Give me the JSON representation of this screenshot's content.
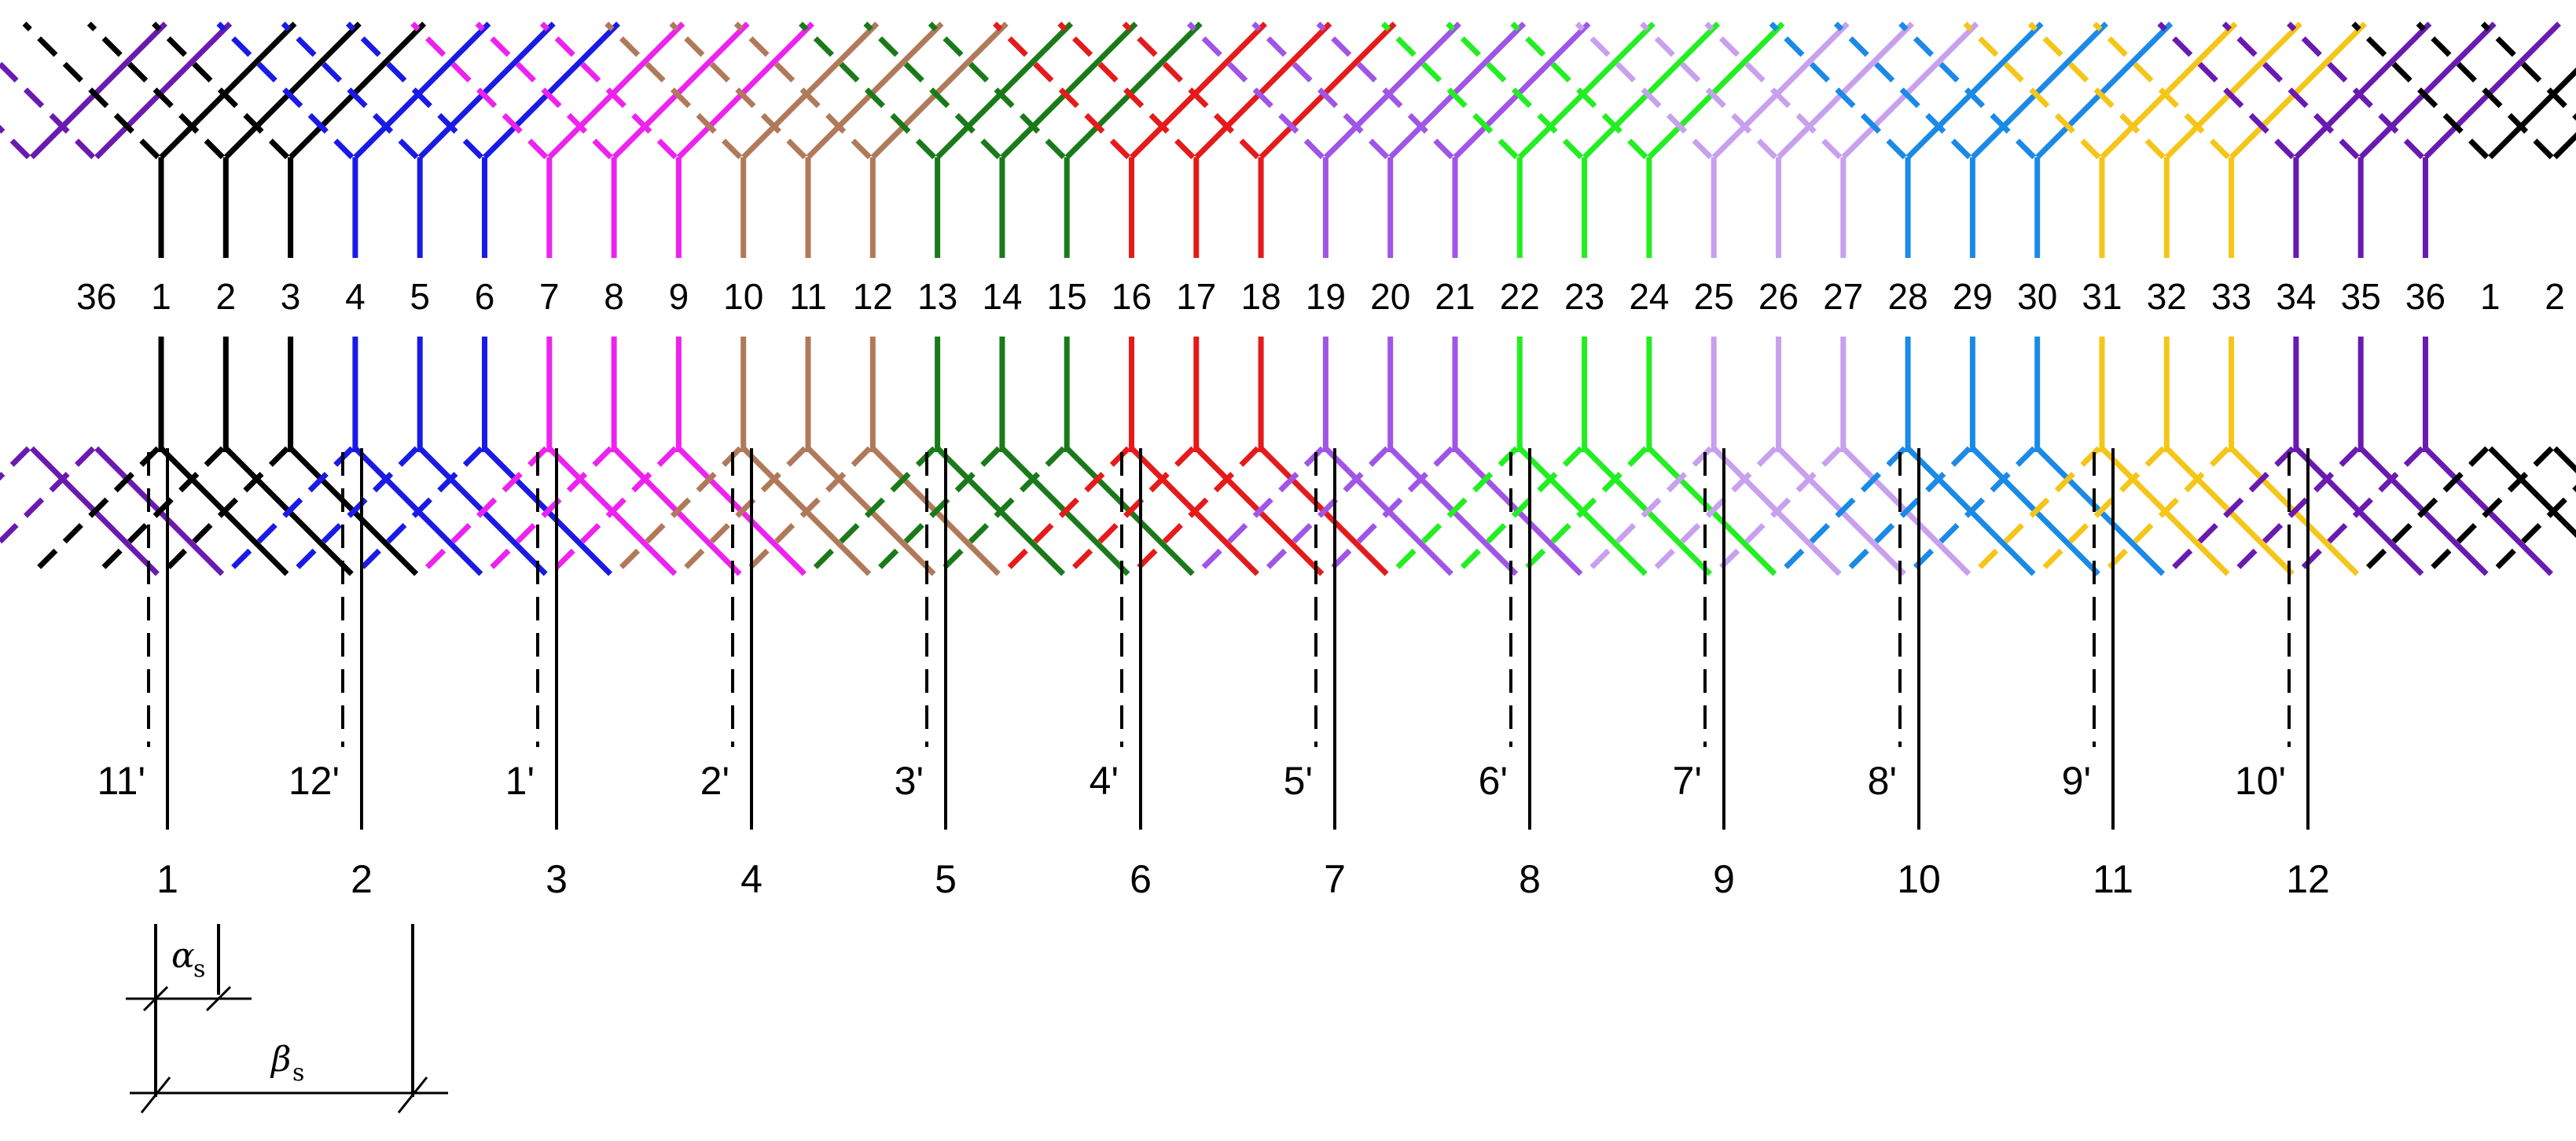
{
  "colors": {
    "slot_coil_colors": [
      "#000000",
      "#000000",
      "#000000",
      "#1a1ae6",
      "#1a1ae6",
      "#1a1ae6",
      "#ee22ee",
      "#ee22ee",
      "#ee22ee",
      "#b07a5a",
      "#b07a5a",
      "#b07a5a",
      "#1a7a1a",
      "#1a7a1a",
      "#1a7a1a",
      "#e61a1a",
      "#e61a1a",
      "#e61a1a",
      "#a055e6",
      "#a055e6",
      "#a055e6",
      "#22ee22",
      "#22ee22",
      "#22ee22",
      "#c8a0ee",
      "#c8a0ee",
      "#c8a0ee",
      "#1a8ae6",
      "#1a8ae6",
      "#1a8ae6",
      "#f5c518",
      "#f5c518",
      "#f5c518",
      "#6a1ab0",
      "#6a1ab0",
      "#6a1ab0"
    ],
    "background": "#ffffff",
    "label_strip": "#ffffff"
  },
  "slot_labels": [
    "36",
    "1",
    "2",
    "3",
    "4",
    "5",
    "6",
    "7",
    "8",
    "9",
    "10",
    "11",
    "12",
    "13",
    "14",
    "15",
    "16",
    "17",
    "18",
    "19",
    "20",
    "21",
    "22",
    "23",
    "24",
    "25",
    "26",
    "27",
    "28",
    "29",
    "30",
    "31",
    "32",
    "33",
    "34",
    "35",
    "36",
    "1",
    "2"
  ],
  "phase_labels": [
    "1",
    "2",
    "3",
    "4",
    "5",
    "6",
    "7",
    "8",
    "9",
    "10",
    "11",
    "12"
  ],
  "dashed_labels": [
    "11'",
    "12'",
    "1'",
    "2'",
    "3'",
    "4'",
    "5'",
    "6'",
    "7'",
    "8'",
    "9'",
    "10'"
  ],
  "legend": {
    "alpha_symbol": "α",
    "alpha_sub": "s",
    "beta_symbol": "β",
    "beta_sub": "s"
  }
}
